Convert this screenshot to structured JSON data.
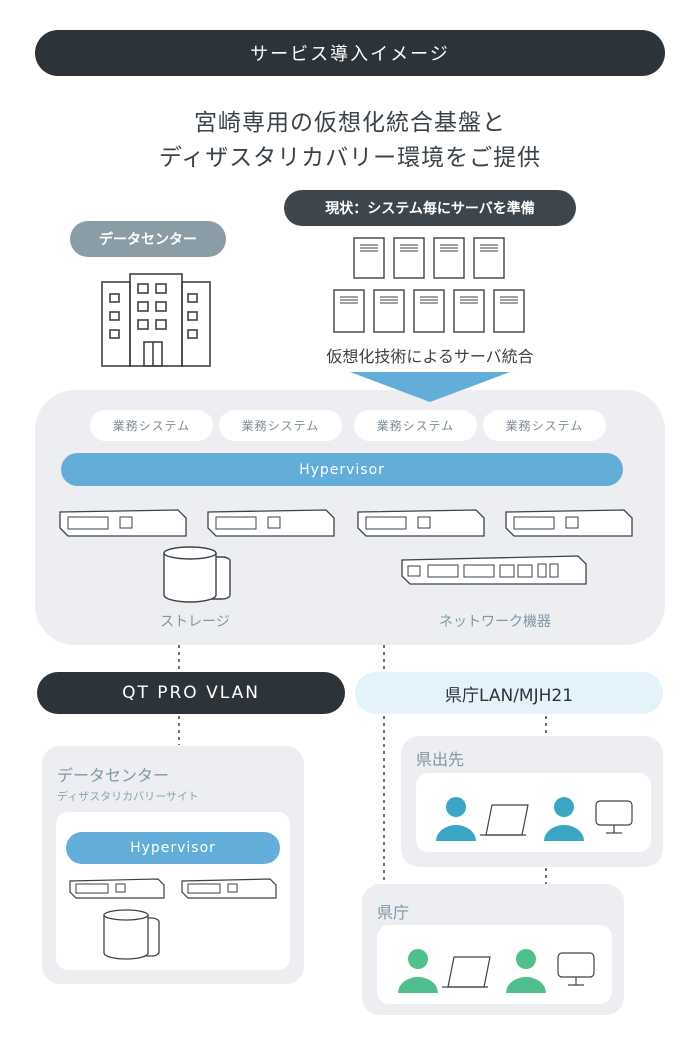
{
  "header": {
    "title": "サービス導入イメージ"
  },
  "headline": {
    "line1": "宮崎専用の仮想化統合基盤と",
    "line2": "ディザスタリカバリー環境をご提供"
  },
  "datacenter": {
    "label": "データセンター"
  },
  "current_status": {
    "label": "現状：システム毎にサーバを準備"
  },
  "consolidation": {
    "label": "仮想化技術によるサーバ統合"
  },
  "platform": {
    "business_systems": [
      "業務システム",
      "業務システム",
      "業務システム",
      "業務システム"
    ],
    "hypervisor": "Hypervisor",
    "storage_label": "ストレージ",
    "network_label": "ネットワーク機器"
  },
  "networks": {
    "qt_pro": "QT PRO VLAN",
    "pref_lan": "県庁LAN/MJH21"
  },
  "dr_site": {
    "title": "データセンター",
    "subtitle": "ディザスタリカバリーサイト",
    "hypervisor": "Hypervisor"
  },
  "branch": {
    "title": "県出先"
  },
  "prefecture": {
    "title": "県庁"
  },
  "colors": {
    "dark": "#2c3339",
    "hypervisor": "#62aed8",
    "panel": "#eceef1",
    "user_teal": "#3aa6c4",
    "user_green": "#4fbf8d"
  }
}
